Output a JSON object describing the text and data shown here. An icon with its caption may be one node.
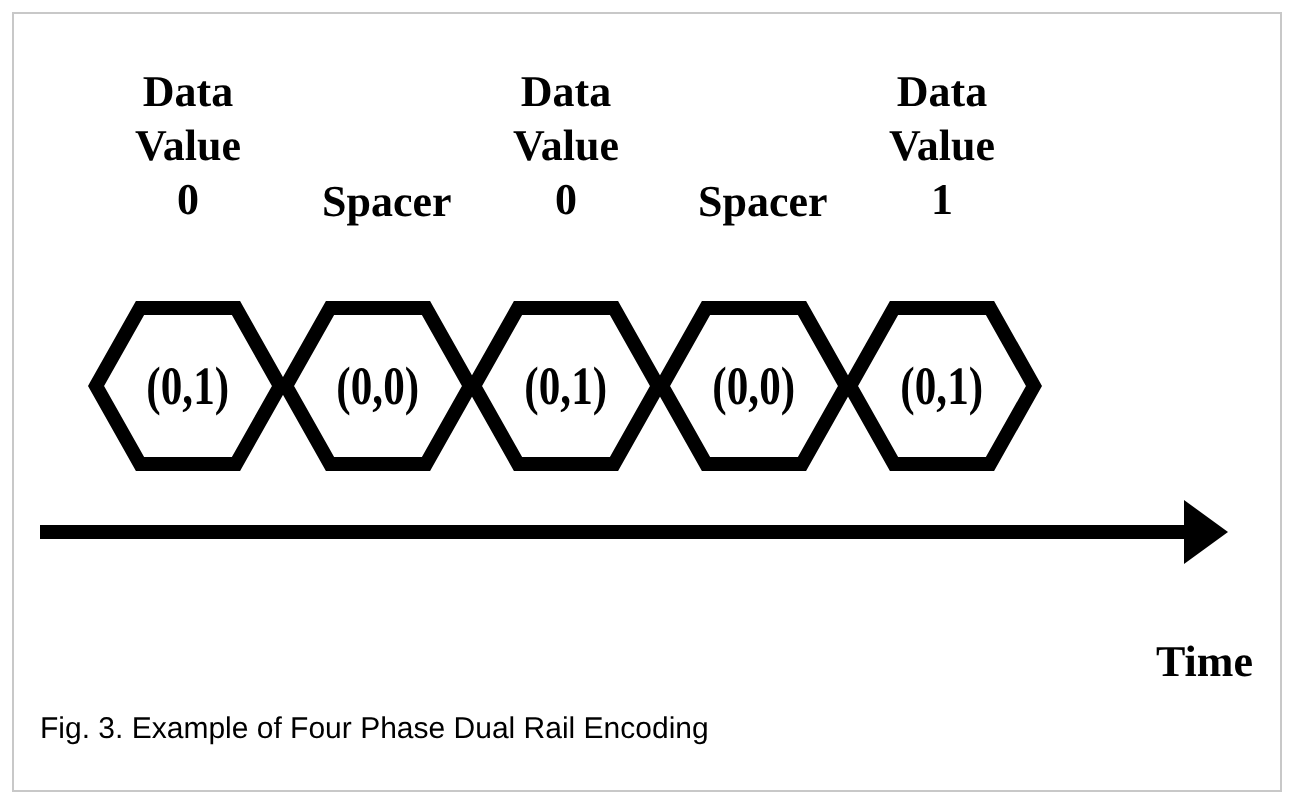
{
  "diagram": {
    "caption": "Fig. 3. Example of Four Phase Dual Rail Encoding",
    "nodes": [
      {
        "text": [
          "(0,1)"
        ],
        "beside": [
          "Data Value 0"
        ]
      },
      {
        "text": [
          "(0,0)"
        ],
        "beside": [
          "Spacer"
        ]
      },
      {
        "text": [
          "(0,1)"
        ],
        "beside": [
          "Data Value 0"
        ]
      },
      {
        "text": [
          "(0,0)"
        ],
        "beside": [
          "Spacer"
        ]
      },
      {
        "text": [
          "(0,1)"
        ],
        "beside": [
          "Data Value 1"
        ]
      }
    ],
    "edges": [],
    "labels": [
      "Time"
    ]
  }
}
